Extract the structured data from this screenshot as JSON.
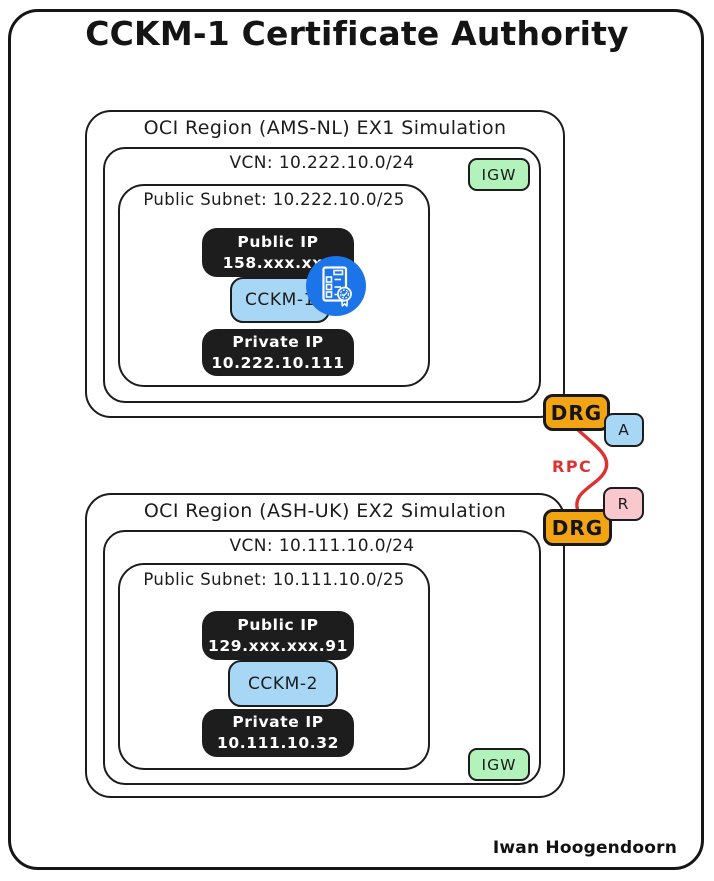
{
  "title": "CCKM-1 Certificate Authority",
  "author": "Iwan Hoogendoorn",
  "colors": {
    "node_black": "#1d1d1d",
    "instance_blue": "#A7D7F5",
    "igw_green": "#B2F2BB",
    "drg_orange": "#F2A413",
    "badge_pink": "#F8C8CD",
    "rpc_red": "#E03131",
    "cert_icon_blue": "#1B74E8"
  },
  "regions": [
    {
      "label": "OCI Region (AMS-NL) EX1 Simulation",
      "vcn_label": "VCN: 10.222.10.0/24",
      "subnet_label": "Public Subnet: 10.222.10.0/25",
      "igw_label": "IGW",
      "public_ip": {
        "title": "Public IP",
        "value": "158.xxx.xxx"
      },
      "instance_label": "CCKM-1",
      "private_ip": {
        "title": "Private IP",
        "value": "10.222.10.111"
      }
    },
    {
      "label": "OCI Region (ASH-UK) EX2 Simulation",
      "vcn_label": "VCN: 10.111.10.0/24",
      "subnet_label": "Public Subnet: 10.111.10.0/25",
      "igw_label": "IGW",
      "public_ip": {
        "title": "Public IP",
        "value": "129.xxx.xxx.91"
      },
      "instance_label": "CCKM-2",
      "private_ip": {
        "title": "Private IP",
        "value": "10.111.10.32"
      }
    }
  ],
  "connectivity": {
    "drg1_label": "DRG",
    "drg2_label": "DRG",
    "badge_a": "A",
    "badge_r": "R",
    "rpc_label": "RPC"
  },
  "icons": {
    "certificate_icon": "certificate-document-icon"
  }
}
